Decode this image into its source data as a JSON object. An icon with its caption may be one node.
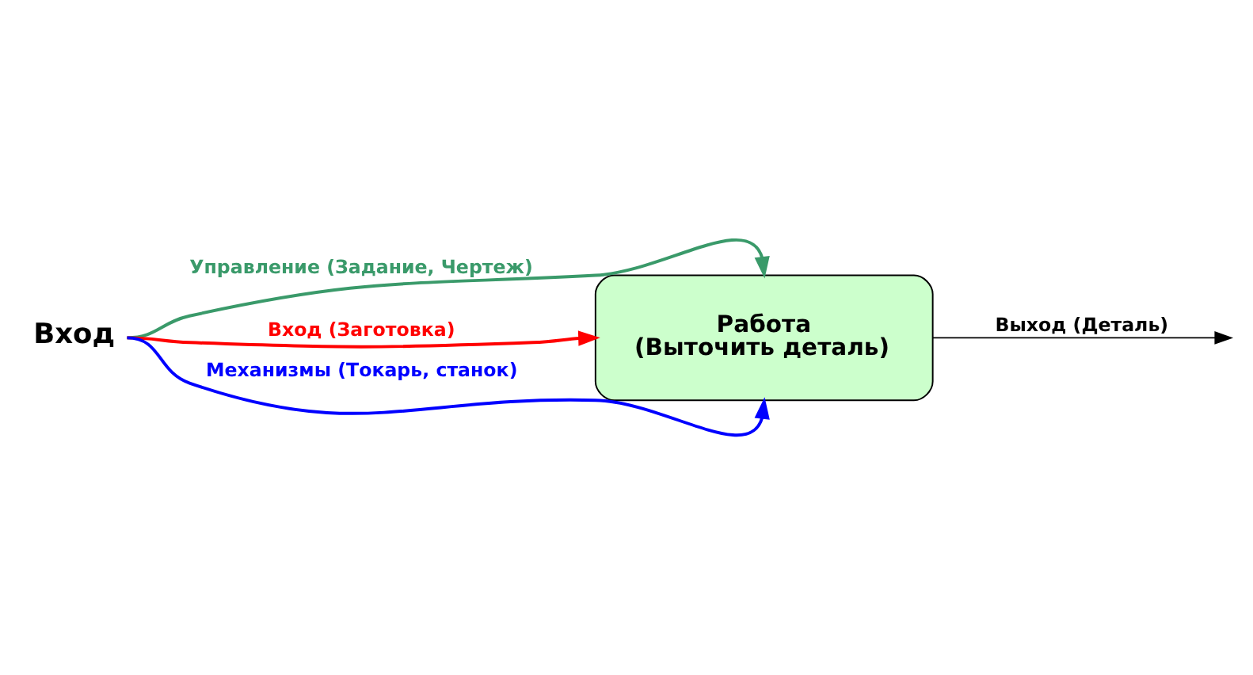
{
  "diagram": {
    "nodes": [
      {
        "text": [
          "Вход"
        ]
      },
      {
        "text": [
          "Работа",
          "(Выточить деталь)"
        ]
      }
    ],
    "edges": [
      {
        "from": 0,
        "to": 1,
        "arrow": "to",
        "label": "Управление (Задание, Чертеж)",
        "color": "#3a9a6a"
      },
      {
        "from": 0,
        "to": 1,
        "arrow": "to",
        "label": "Вход (Заготовка)",
        "color": "#ff0000"
      },
      {
        "from": 0,
        "to": 1,
        "arrow": "to",
        "label": "Механизмы (Токарь, станок)",
        "color": "#0000ff"
      },
      {
        "from": 1,
        "to": null,
        "arrow": "to",
        "label": "Выход (Деталь)",
        "color": "#000000"
      }
    ]
  }
}
